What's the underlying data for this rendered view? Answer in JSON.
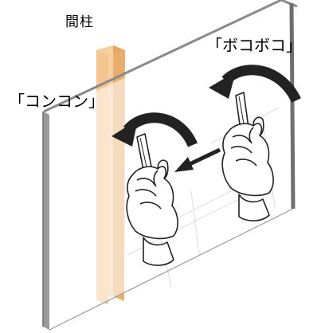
{
  "labels": {
    "pillar": "間柱",
    "hollow_sound": "「ボコボコ」",
    "solid_sound": "「コンコン」"
  },
  "colors": {
    "pillar_front": "#f7cf9e",
    "pillar_side": "#e9ad6d",
    "pillar_top": "#e3a666",
    "board_edge": "#8a8a8a",
    "arrow": "#222222"
  },
  "icons": {
    "left_hand": "hand-holding-tool-icon",
    "right_hand": "hand-holding-tool-icon",
    "left_curved_arrow": "curved-arrow-icon",
    "right_curved_arrow": "curved-arrow-icon",
    "move_arrow": "straight-arrow-icon"
  }
}
